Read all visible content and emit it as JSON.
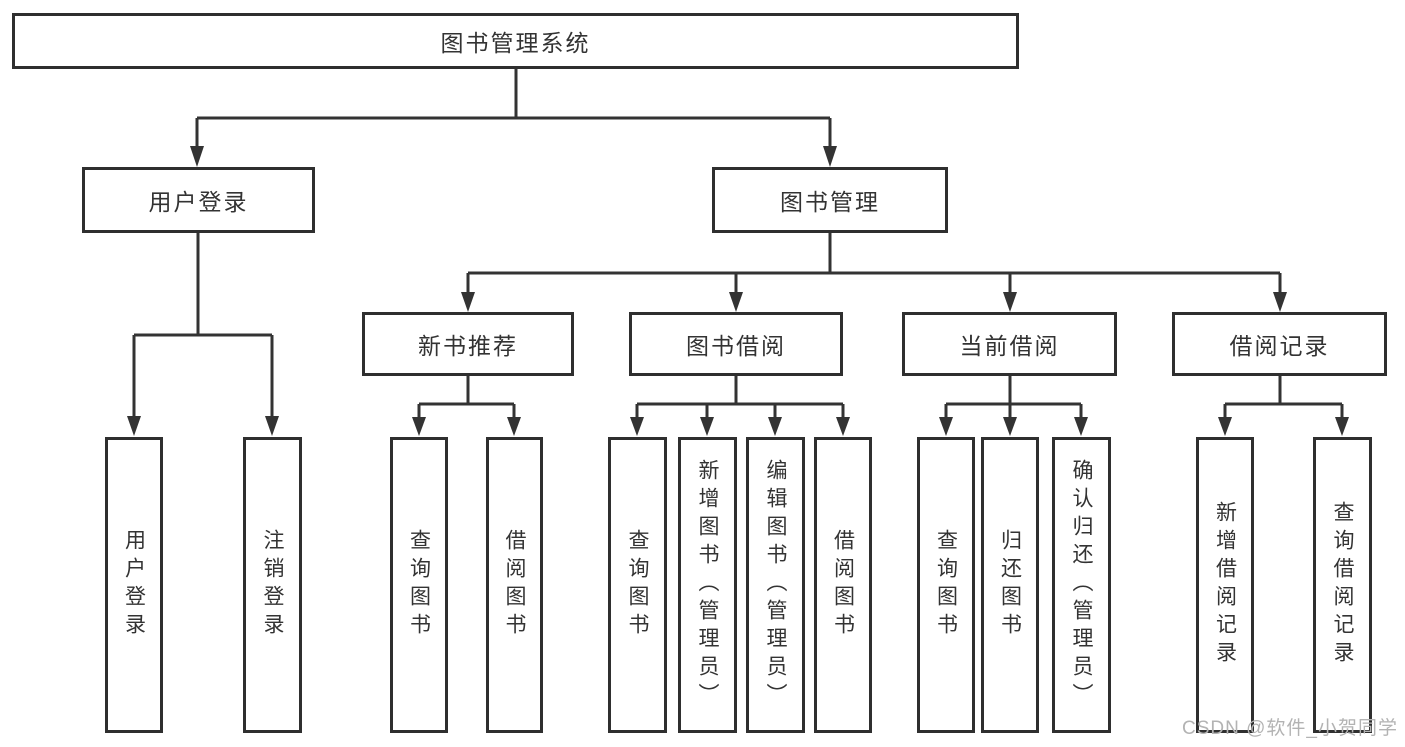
{
  "colors": {
    "background": "#ffffff",
    "line": "#333333",
    "box_border": "#2f2f2f",
    "text": "#333333",
    "watermark": "#b3b3b3"
  },
  "tree": {
    "root": {
      "label": "图书管理系统"
    },
    "branches": [
      {
        "label": "用户登录",
        "children": [
          "用户登录",
          "注销登录"
        ]
      },
      {
        "label": "图书管理",
        "groups": [
          {
            "label": "新书推荐",
            "children": [
              "查询图书",
              "借阅图书"
            ]
          },
          {
            "label": "图书借阅",
            "children": [
              "查询图书",
              "新增图书（管理员）",
              "编辑图书（管理员）",
              "借阅图书"
            ]
          },
          {
            "label": "当前借阅",
            "children": [
              "查询图书",
              "归还图书",
              "确认归还（管理员）"
            ]
          },
          {
            "label": "借阅记录",
            "children": [
              "新增借阅记录",
              "查询借阅记录"
            ]
          }
        ]
      }
    ]
  },
  "watermark": {
    "text": "CSDN @软件_小贺同学"
  }
}
